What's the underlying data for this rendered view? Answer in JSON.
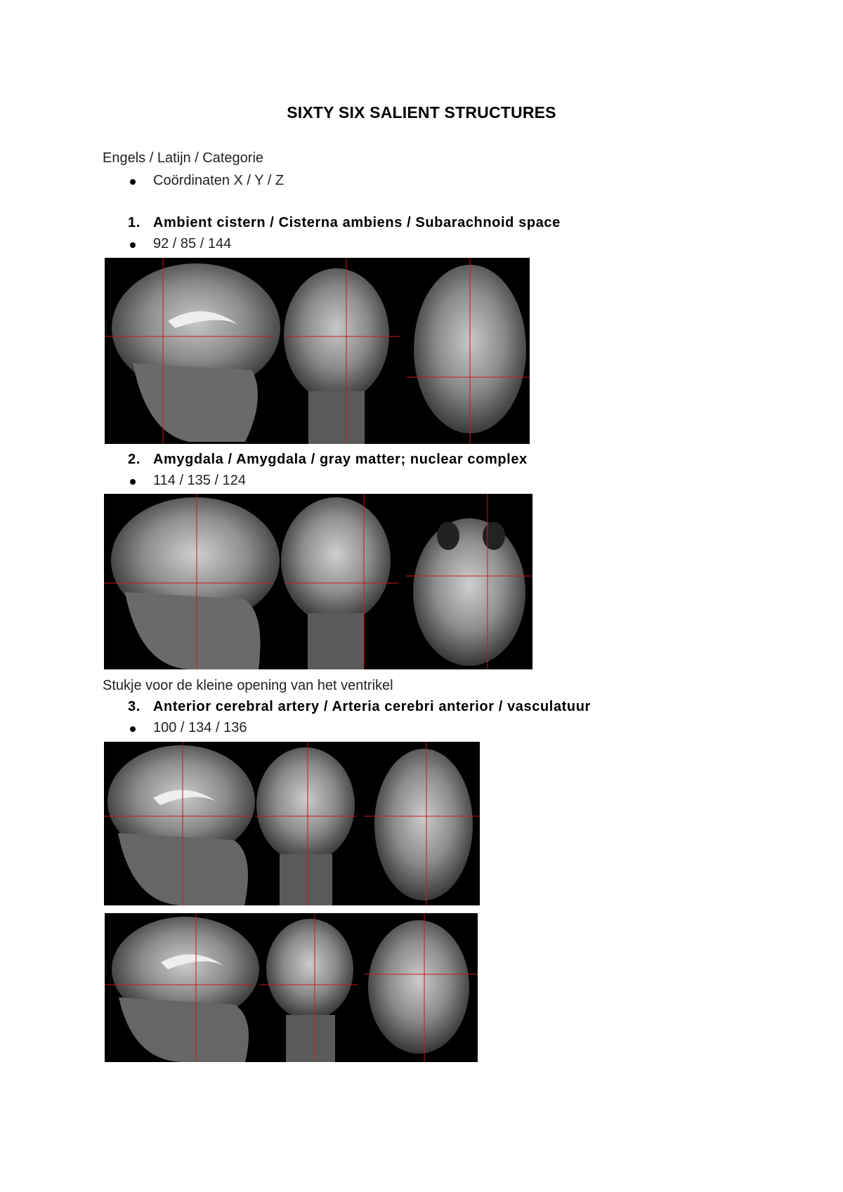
{
  "document": {
    "title": "SIXTY SIX SALIENT STRUCTURES",
    "legend_header": "Engels / Latijn / Categorie",
    "legend_bullet": "Coördinaten X / Y / Z"
  },
  "structures": [
    {
      "number": "1.",
      "heading": "Ambient cistern / Cisterna ambiens / Subarachnoid space",
      "coordinates": "92 / 85 / 144"
    },
    {
      "number": "2.",
      "heading": "Amygdala / Amygdala / gray matter; nuclear complex",
      "coordinates": "114 / 135 / 124"
    },
    {
      "note_before": "Stukje voor de kleine opening van het ventrikel",
      "number": "3.",
      "heading": "Anterior cerebral artery / Arteria cerebri anterior / vasculatuur",
      "coordinates": "100 / 134 / 136"
    }
  ],
  "colors": {
    "crosshair": "#d01818",
    "scan_background": "#000000"
  }
}
